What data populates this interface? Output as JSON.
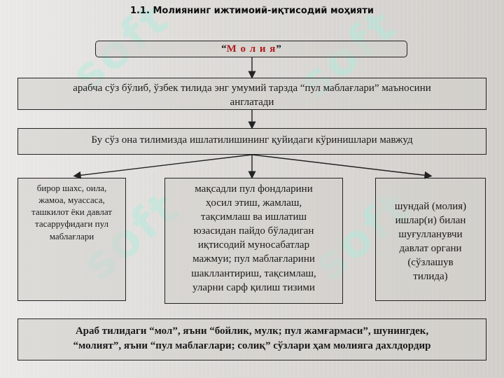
{
  "title": "1.1. Молиянинг ижтимоий-иқтисодий моҳияти",
  "watermark": "soft",
  "term": {
    "open_quote": "“",
    "text": "М о л и я",
    "close_quote": "”"
  },
  "definition": {
    "lines": [
      "арабча сўз бўлиб, ўзбек тилида энг умумий тарзда  “пул маблағлари” маъносини",
      "англатади"
    ]
  },
  "forms": {
    "text": "Бу сўз она тилимизда ишлатилишининг қуйидаги кўринишлари мавжуд"
  },
  "columns": [
    {
      "lines": [
        "бирор шахс, оила,",
        "жамоа, муассаса,",
        "ташкилот ёки давлат",
        "тасарруфидаги пул",
        "маблағлари"
      ]
    },
    {
      "lines": [
        "мақсадли пул фондларини",
        "ҳосил этиш, жамлаш,",
        "тақсимлаш ва ишлатиш",
        "юзасидан пайдо бўладиган",
        "иқтисодий муносабатлар",
        "мажмуи; пул маблағларини",
        "шакллантириш, тақсимлаш,",
        "уларни сарф қилиш тизими"
      ]
    },
    {
      "lines": [
        "шундай (молия)",
        "ишлар(и) билан",
        "шуғулланувчи",
        "давлат органи",
        "(сўзлашув",
        "тилида)"
      ]
    }
  ],
  "note": {
    "lines": [
      "Араб тилидаги “мол”, яъни “бойлик, мулк; пул жамғармаси”, шунингдек,",
      "“молият”, яъни “пул маблағлари; солиқ” сўзлари ҳам молияга дахлдордир"
    ]
  }
}
